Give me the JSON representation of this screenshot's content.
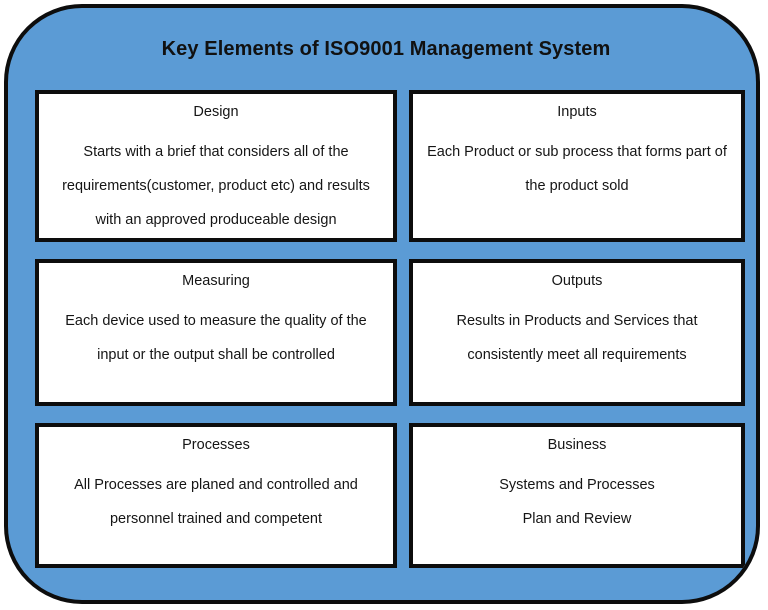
{
  "title": "Key Elements of ISO9001 Management System",
  "colors": {
    "panel_fill": "#5B9BD5",
    "border": "#0D0D0D",
    "card_fill": "#FFFFFF",
    "text": "#151515"
  },
  "cards": [
    {
      "id": "design",
      "heading": "Design",
      "body": "Starts with a brief that considers all of the\nrequirements(customer, product etc) and results\nwith an approved produceable design"
    },
    {
      "id": "inputs",
      "heading": "Inputs",
      "body": "Each Product or sub process that forms part of\nthe product sold"
    },
    {
      "id": "measuring",
      "heading": "Measuring",
      "body": "Each device used to measure the quality of the\ninput or the output shall be controlled"
    },
    {
      "id": "outputs",
      "heading": "Outputs",
      "body": "Results in Products and Services that\nconsistently meet all requirements"
    },
    {
      "id": "processes",
      "heading": "Processes",
      "body": "All Processes are planed and controlled and\npersonnel trained and competent"
    },
    {
      "id": "business",
      "heading": "Business",
      "body": "Systems and Processes\nPlan and Review"
    }
  ]
}
